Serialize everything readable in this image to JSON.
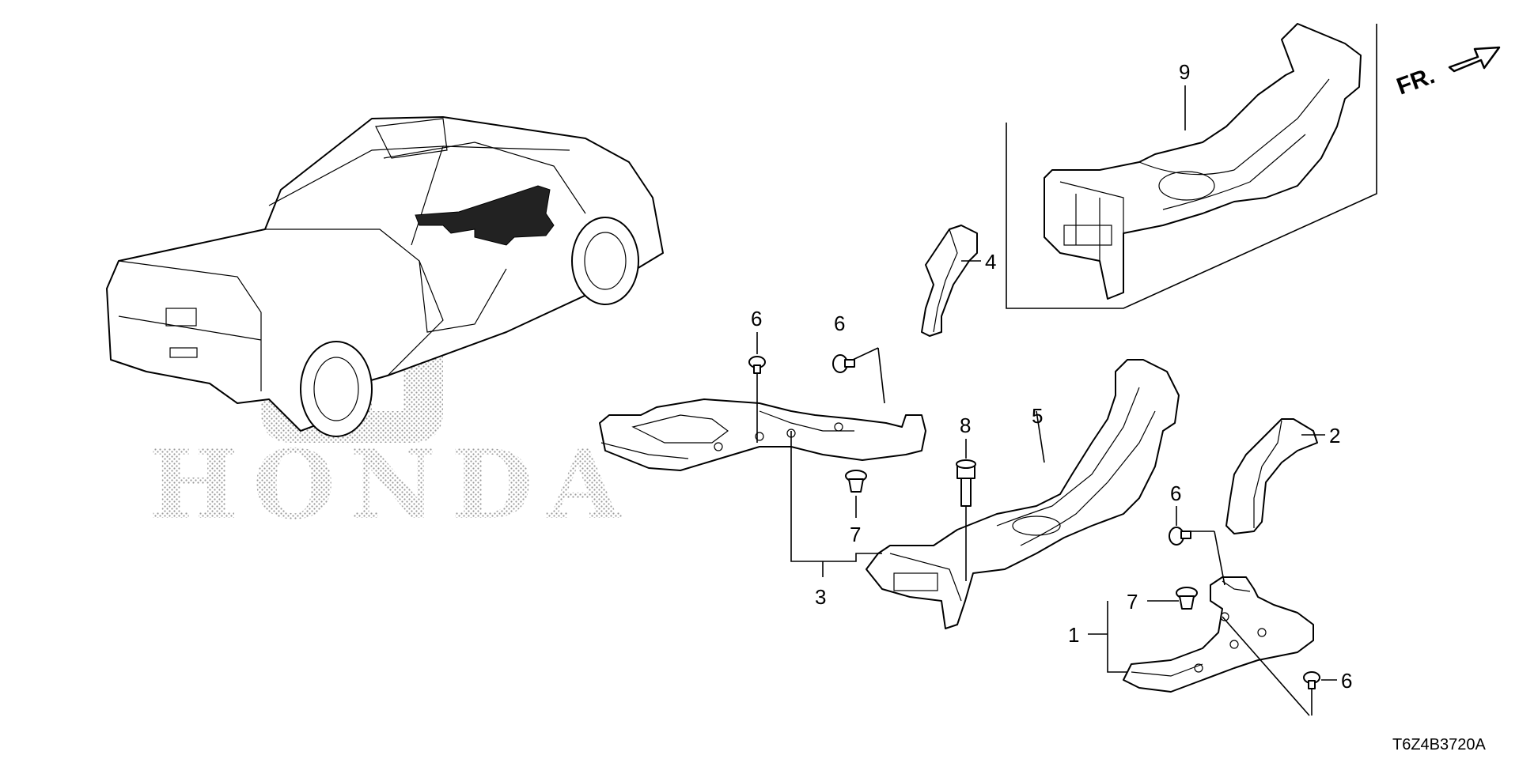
{
  "watermark": {
    "brand": "HONDA"
  },
  "direction": {
    "label": "FR."
  },
  "diagram_code": "T6Z4B3720A",
  "callouts": [
    {
      "id": "c9",
      "text": "9"
    },
    {
      "id": "c6a",
      "text": "6"
    },
    {
      "id": "c6b",
      "text": "6"
    },
    {
      "id": "c4",
      "text": "4"
    },
    {
      "id": "c8",
      "text": "8"
    },
    {
      "id": "c5",
      "text": "5"
    },
    {
      "id": "c2",
      "text": "2"
    },
    {
      "id": "c7a",
      "text": "7"
    },
    {
      "id": "c3",
      "text": "3"
    },
    {
      "id": "c6c",
      "text": "6"
    },
    {
      "id": "c7b",
      "text": "7"
    },
    {
      "id": "c1",
      "text": "1"
    },
    {
      "id": "c6d",
      "text": "6"
    }
  ]
}
